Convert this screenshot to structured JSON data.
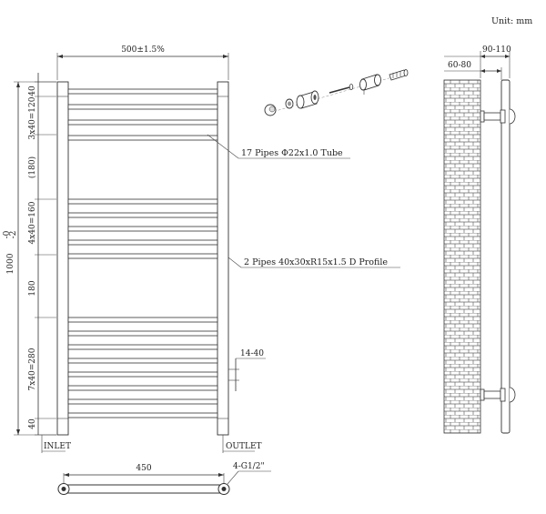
{
  "unit_label": "Unit: mm",
  "dimensions": {
    "overall_width": "500±1.5%",
    "overall_height": "1000",
    "overall_height_tol_upper": "-0",
    "overall_height_tol_lower": "-2",
    "top_gap": "40",
    "group_top": "3x40=120",
    "gap_upper": "(180)",
    "group_middle": "4x40=160",
    "gap_lower": "180",
    "group_bottom": "7x40=280",
    "bottom_gap": "40",
    "outer_pipe_gap": "14-40",
    "bottom_centers": "450",
    "side_depth_wall": "60-80",
    "side_depth_total": "90-110"
  },
  "callouts": {
    "tubes": "17 Pipes Φ22x1.0 Tube",
    "profile": "2 Pipes 40x30xR15x1.5 D Profile",
    "connections": "4-G1/2\""
  },
  "ports": {
    "inlet": "INLET",
    "outlet": "OUTLET"
  },
  "colors": {
    "line": "#333333",
    "wall_hatch": "#555555",
    "background": "#ffffff"
  }
}
